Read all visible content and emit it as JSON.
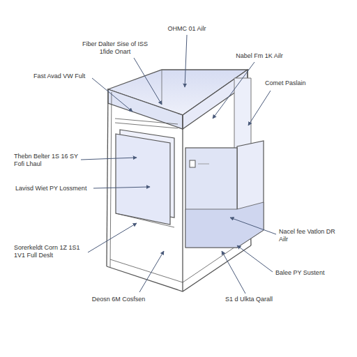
{
  "diagram": {
    "labels": [
      "OHMC 01 Ailr",
      "Fiber Dalter Sise of ISS 1fide Onart",
      "Nabel Fm 1K Ailr",
      "Fast Avad VW Fult",
      "Comet Paslain",
      "Thebn Belter 1S 16 SY Fofi Lhaul",
      "Lavisd Wiet PY Lossment",
      "Nacel fee Vatlon DR Ailr",
      "Sorerkeldt Corn 1Z 1S1 1V1 Full Deslt",
      "Balee PY Sustent",
      "Deosn 6M Cosfsen",
      "S1 d Ulkta Qarall"
    ]
  }
}
